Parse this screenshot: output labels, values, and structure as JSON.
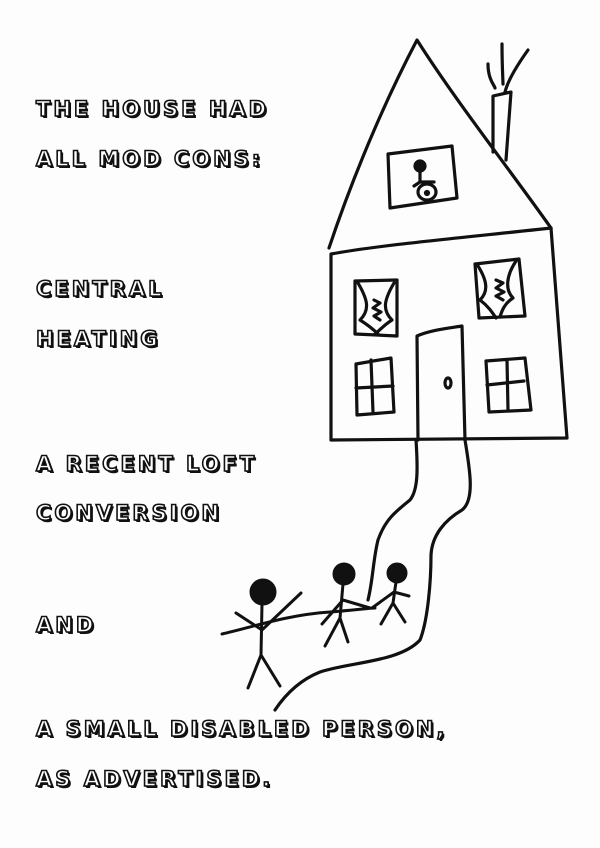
{
  "captions": {
    "line1": "The house had",
    "line2": "all mod cons:",
    "line3": "central",
    "line4": "heating",
    "line5": "a recent loft",
    "line6": "conversion",
    "line7": "and",
    "line8": "a small disabled person,",
    "line9": "as advertised."
  },
  "illustration": {
    "subject": "hand-drawn house with wheelchair user in loft window, path, and three stick figures",
    "stroke_color": "#111111",
    "background": "#fdfdfd"
  }
}
